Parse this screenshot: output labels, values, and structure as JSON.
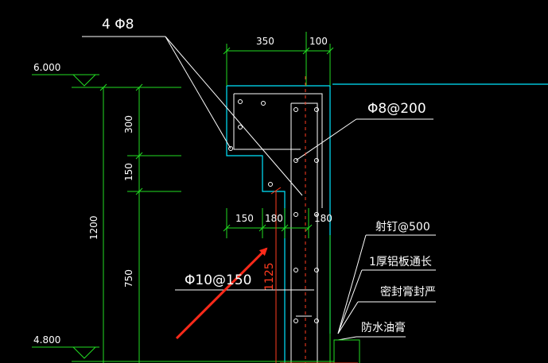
{
  "drawing": {
    "rebar_top_corbel": "4 Φ8",
    "stirrup_spec": "Φ8@200",
    "main_rebar_spec": "Φ10@150",
    "elevation_top": "6.000",
    "elevation_bottom": "4.800",
    "dim_top_width": "350",
    "dim_top_right": "100",
    "dim_lower_150": "150",
    "dim_lower_180a": "180",
    "dim_lower_180b": "180",
    "dim_vert_300": "300",
    "dim_vert_150": "150",
    "dim_vert_1200": "1200",
    "dim_vert_750": "750",
    "dim_red_1125": "1125",
    "note_nail": "射钉@500",
    "note_aluminum": "1厚铝板通长",
    "note_sealant": "密封膏封严",
    "note_waterproof": "防水油膏"
  },
  "colors": {
    "background": "#000000",
    "concrete_outline": "#00e5ff",
    "dimension": "#22dd22",
    "leader": "#ffffff",
    "rebar": "#ffffff",
    "red_dim": "#ff3b1f",
    "arrow": "#ff2a1a"
  }
}
